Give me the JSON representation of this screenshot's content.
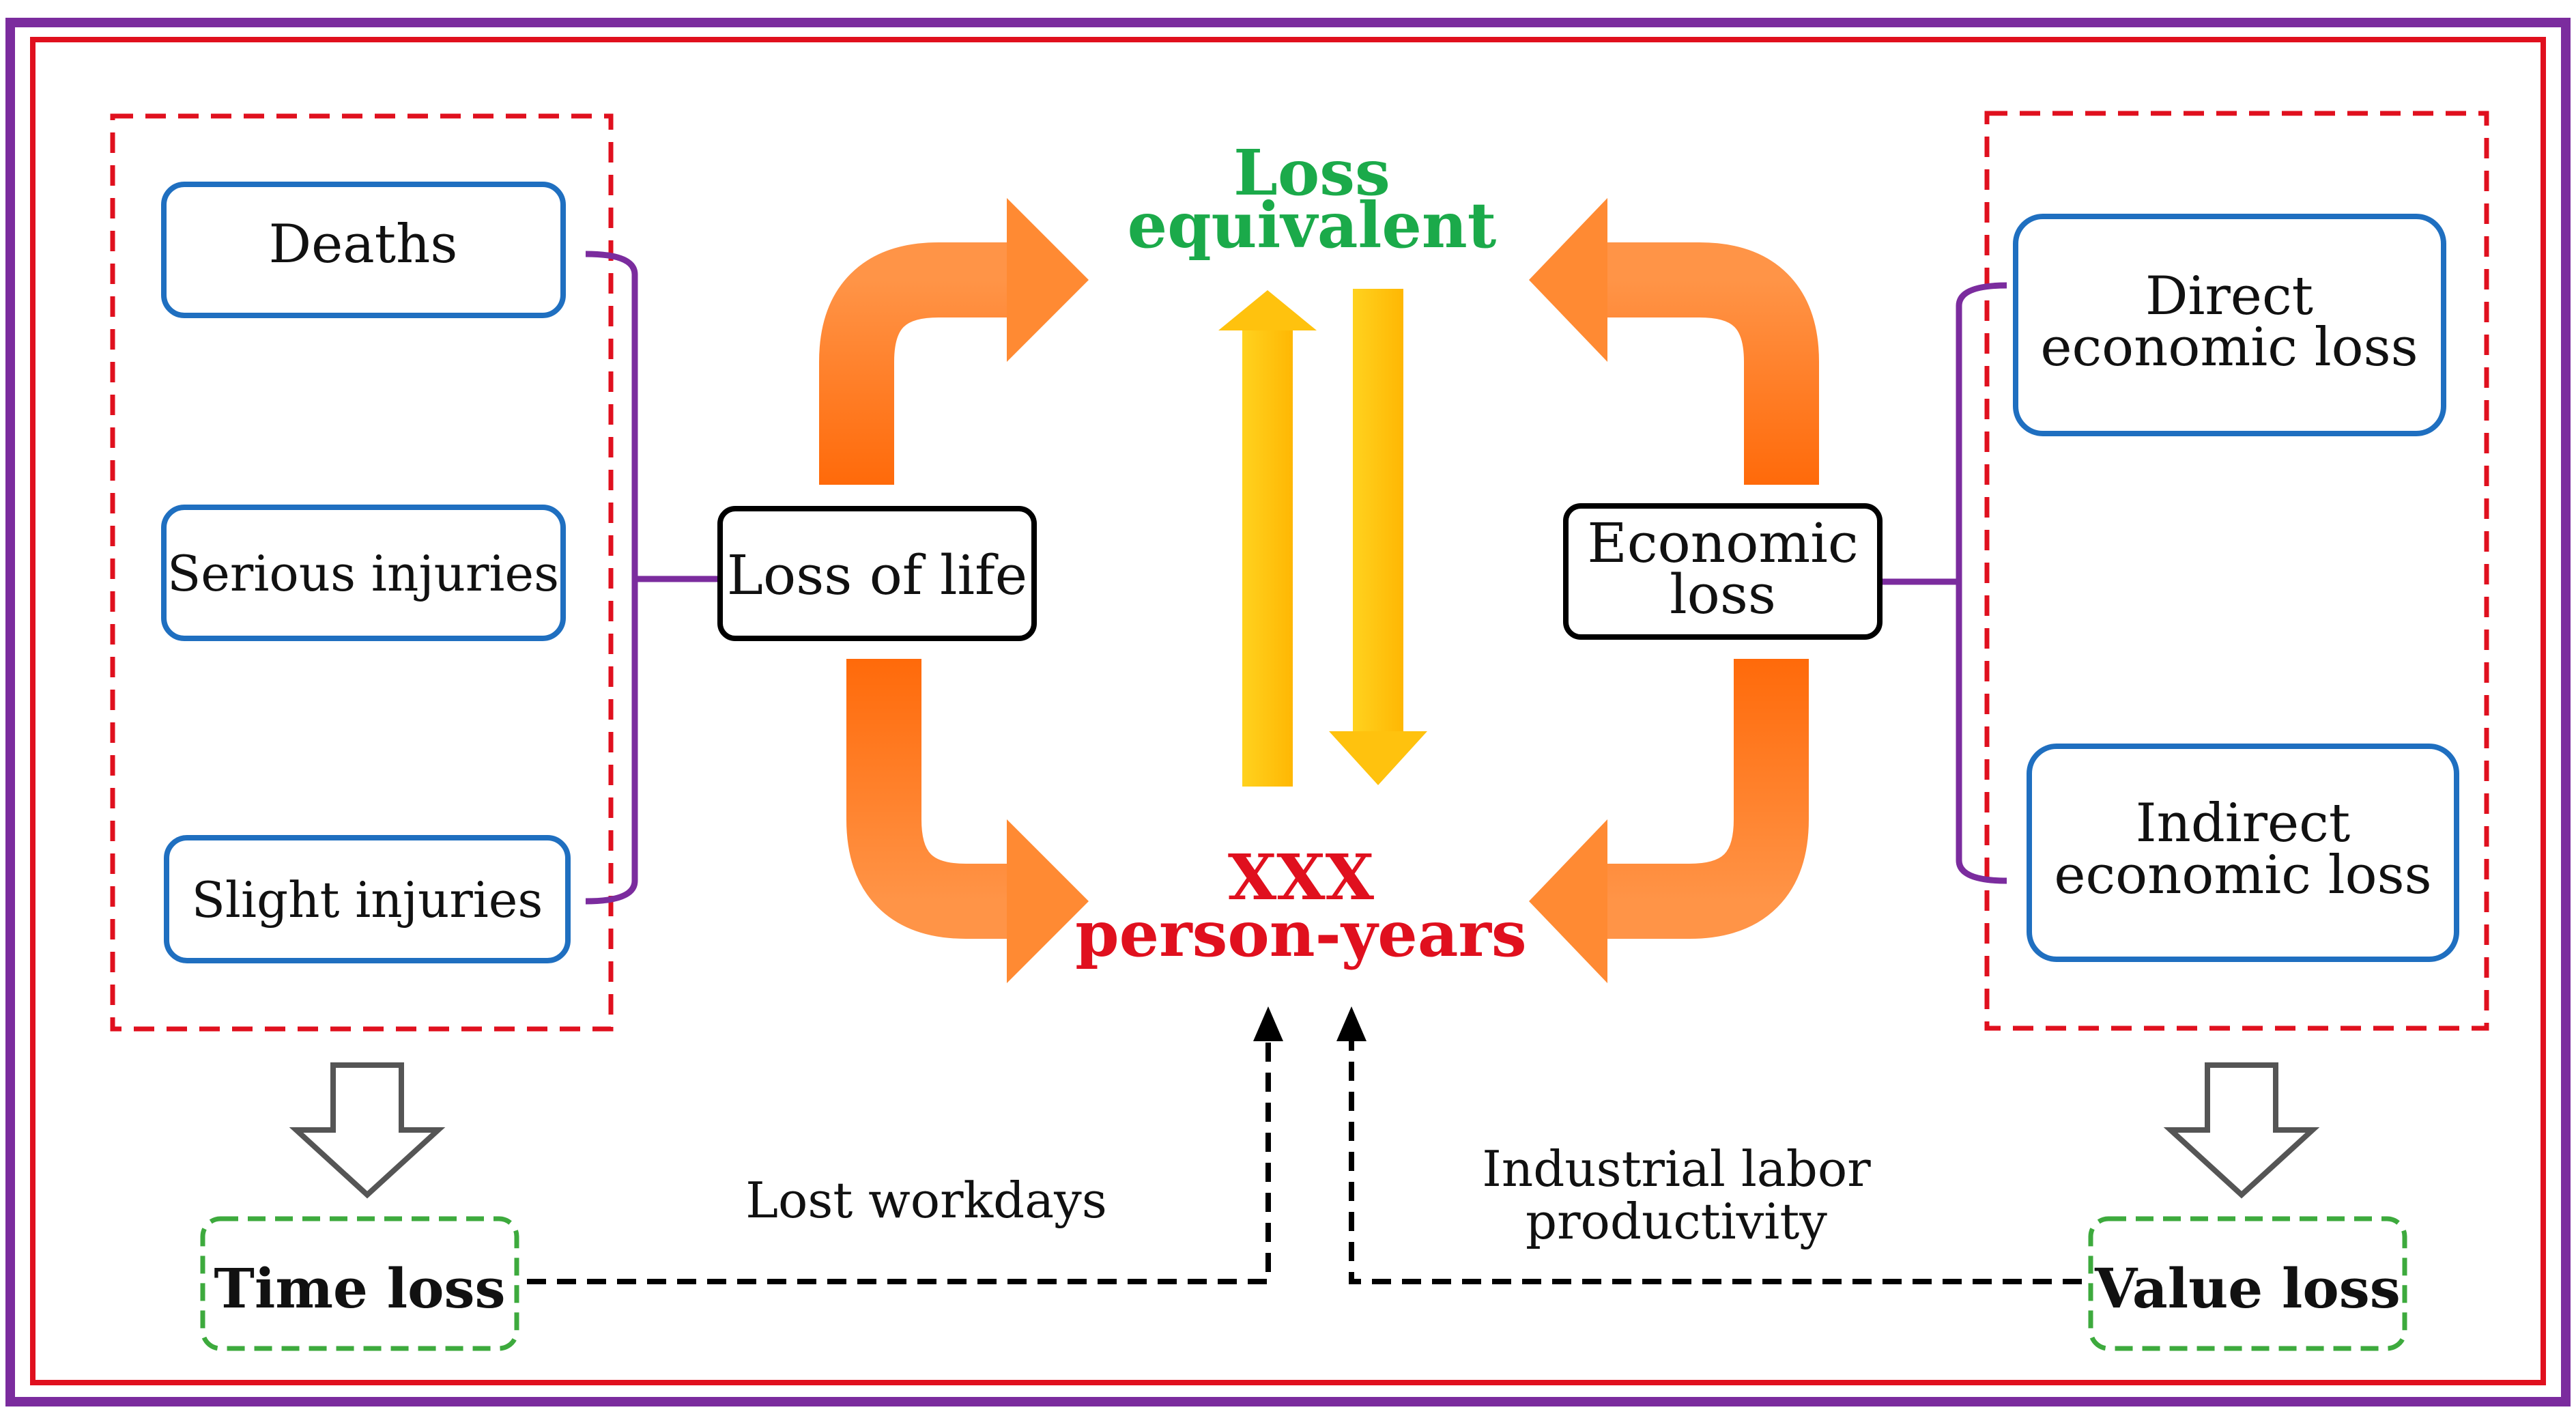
{
  "left_group": {
    "items": [
      "Deaths",
      "Serious injuries",
      "Slight injuries"
    ],
    "hub": "Loss of life",
    "result": "Time loss"
  },
  "right_group": {
    "items": [
      {
        "line1": "Direct",
        "line2": "economic loss"
      },
      {
        "line1": "Indirect",
        "line2": "economic loss"
      }
    ],
    "hub": {
      "line1": "Economic",
      "line2": "loss"
    },
    "result": "Value loss"
  },
  "center": {
    "top": {
      "line1": "Loss",
      "line2": "equivalent"
    },
    "bottom": {
      "line1": "XXX",
      "line2": "person-years"
    }
  },
  "notes": {
    "left": "Lost workdays",
    "right": {
      "line1": "Industrial labor",
      "line2": "productivity"
    }
  },
  "colors": {
    "outer_frame": "#7B2C9E",
    "inner_frame": "#E0101E",
    "dashed_group": "#E0101E",
    "item_border": "#1F6FC0",
    "bracket": "#7B2C9E",
    "result_border": "#3DAA3D",
    "top_text": "#1BAA4A",
    "bottom_text": "#E0101E",
    "orange_arrow": "#FF7A1A",
    "yellow_arrow": "#FFC20E"
  }
}
